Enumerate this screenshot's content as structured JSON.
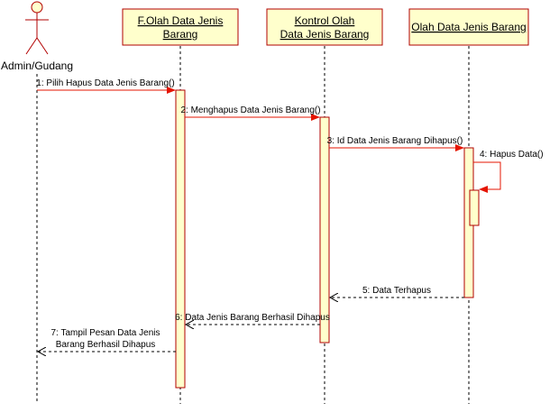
{
  "colors": {
    "stroke": "#b20000",
    "box_fill": "#ffffcc",
    "lifeline": "#000000",
    "message": "#e51400",
    "text": "#000000"
  },
  "actor": {
    "name": "Admin/Gudang",
    "icon": "stick-figure-actor-icon"
  },
  "participants": [
    {
      "line1": "F.Olah Data Jenis",
      "line2": "Barang"
    },
    {
      "line1": "Kontrol Olah",
      "line2": "Data Jenis Barang"
    },
    {
      "line1": "Olah Data Jenis Barang",
      "line2": ""
    }
  ],
  "messages": [
    {
      "label": "1: Pilih Hapus Data Jenis Barang()",
      "kind": "sync"
    },
    {
      "label": "2: Menghapus Data Jenis Barang()",
      "kind": "sync"
    },
    {
      "label": "3: Id Data Jenis Barang Dihapus()",
      "kind": "sync"
    },
    {
      "label": "4: Hapus Data()",
      "kind": "self"
    },
    {
      "label": "5: Data Terhapus",
      "kind": "return"
    },
    {
      "label": "6: Data Jenis Barang Berhasil Dihapus",
      "kind": "return"
    },
    {
      "label_line1": "7: Tampil Pesan Data Jenis",
      "label_line2": "Barang Berhasil Dihapus",
      "kind": "return"
    }
  ]
}
